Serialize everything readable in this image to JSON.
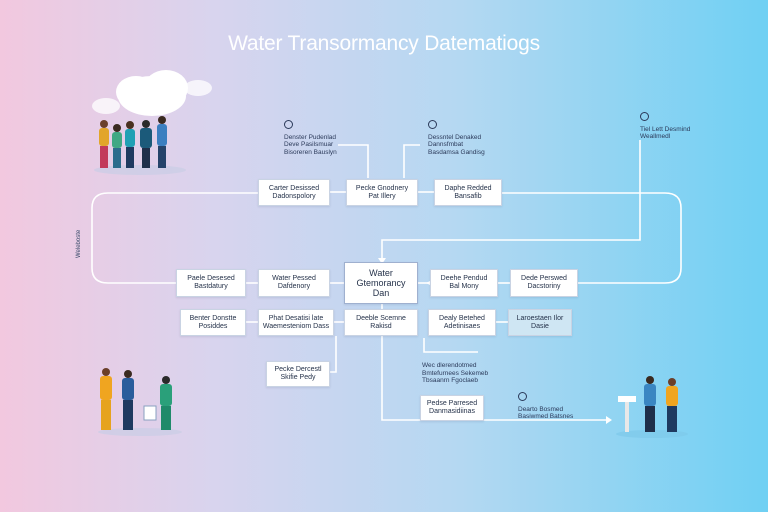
{
  "title": "Water Transormancy Datematiogs",
  "center_node": {
    "line1": "Water Gtemorancy",
    "line2": "Dan"
  },
  "top_row": [
    {
      "line1": "Carter Desissed",
      "line2": "Dadonspolory"
    },
    {
      "line1": "Pecke Gnodnery",
      "line2": "Pat Illery"
    },
    {
      "line1": "Daphe Redded",
      "line2": "Bansafib"
    }
  ],
  "mid_row_left": [
    {
      "line1": "Paele Desesed",
      "line2": "Bastdatury"
    },
    {
      "line1": "Water Pessed",
      "line2": "Dafdenory"
    }
  ],
  "mid_row_right": [
    {
      "line1": "Deehe Pendud",
      "line2": "Bal Mony"
    },
    {
      "line1": "Dede Perswed",
      "line2": "Dacstoriny"
    }
  ],
  "low_row": [
    {
      "line1": "Benter Donstte",
      "line2": "Posiddes"
    },
    {
      "line1": "Phat Desatisi late",
      "line2": "Waemesteniom Dass"
    },
    {
      "line1": "Deeble Scemne",
      "line2": "Rakisd"
    },
    {
      "line1": "Dealy Betehed",
      "line2": "Adetinisaes"
    },
    {
      "line1": "Laroestaen Ilor",
      "line2": "Dasie"
    }
  ],
  "bottom_nodes": [
    {
      "line1": "Pecke Dercestl",
      "line2": "Skifie Pedy"
    },
    {
      "line1": "Pedse Parresed",
      "line2": "Danmasidiinas"
    }
  ],
  "notes": [
    {
      "line1": "Denster Pudenlad",
      "line2": "Deve Pasilsmuar",
      "line3": "Bisoreren Bauslyn"
    },
    {
      "line1": "Dessntel Denaked",
      "line2": "Dannsfmbat",
      "line3": "Basdamsa Gandisg"
    },
    {
      "line1": "Tiel Lett Desmind",
      "line2": "Weallmedl",
      "line3": ""
    },
    {
      "line1": "Wec dlerendotmed",
      "line2": "Bmtefurnees Sekemeb",
      "line3": "Tbsaanrn Fgoclaeb"
    },
    {
      "line1": "Dearto Bosmed",
      "line2": "Basiwmed Batsnes",
      "line3": ""
    }
  ],
  "side_label": "Weleboste",
  "colors": {
    "line": "#ffffff",
    "box_border": "#c9d3e3",
    "text": "#25324a"
  }
}
